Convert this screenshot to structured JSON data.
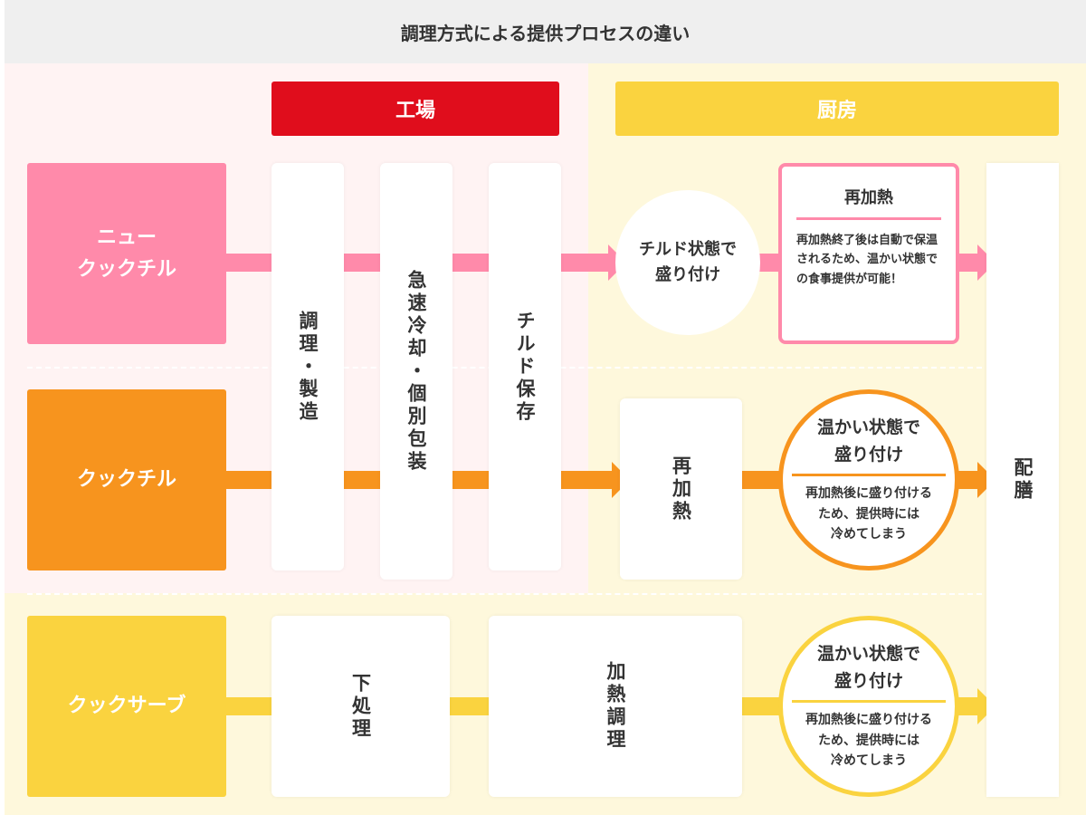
{
  "title": "調理方式による提供プロセスの違い",
  "headers": {
    "factory": "工場",
    "kitchen": "厨房"
  },
  "rows": [
    {
      "label": "ニュー\nクックチル",
      "color": "#ff8aaa"
    },
    {
      "label": "クックチル",
      "color": "#f7941e"
    },
    {
      "label": "クックサーブ",
      "color": "#fad33f"
    }
  ],
  "factory_steps": [
    "調理・製造",
    "急速冷却・個別包装",
    "チルド保存"
  ],
  "new_cook_chill": {
    "plate": "チルド状態で\n盛り付け",
    "reheat_title": "再加熱",
    "reheat_note": "再加熱終了後は自動で保温されるため、温かい状態での食事提供が可能！"
  },
  "cook_chill": {
    "reheat": "再加熱",
    "plate": "温かい状態で\n盛り付け",
    "note": "再加熱後に盛り付ける\nため、提供時には\n冷めてしまう"
  },
  "cook_serve": {
    "prep": "下処理",
    "cook": "加熱調理",
    "plate": "温かい状態で\n盛り付け",
    "note": "再加熱後に盛り付ける\nため、提供時には\n冷めてしまう"
  },
  "serve": "配膳",
  "colors": {
    "factory": "#e00d1c",
    "kitchen": "#fad33f"
  }
}
